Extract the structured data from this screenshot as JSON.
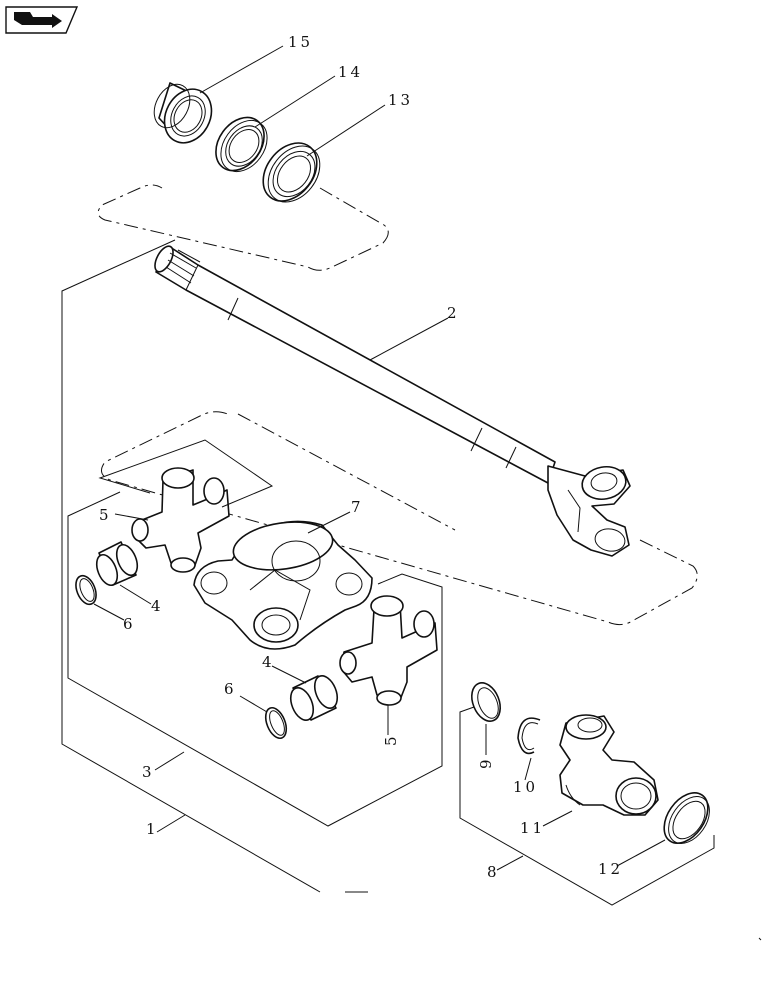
{
  "diagram": {
    "callouts": [
      {
        "id": "15",
        "text": "15"
      },
      {
        "id": "14",
        "text": "14"
      },
      {
        "id": "13",
        "text": "13"
      },
      {
        "id": "2",
        "text": "2"
      },
      {
        "id": "7",
        "text": "7"
      },
      {
        "id": "5a",
        "text": "5"
      },
      {
        "id": "4a",
        "text": "4"
      },
      {
        "id": "6a",
        "text": "6"
      },
      {
        "id": "4b",
        "text": "4"
      },
      {
        "id": "6b",
        "text": "6"
      },
      {
        "id": "5b",
        "text": "5"
      },
      {
        "id": "3",
        "text": "3"
      },
      {
        "id": "1",
        "text": "1"
      },
      {
        "id": "9",
        "text": "9"
      },
      {
        "id": "10",
        "text": "10"
      },
      {
        "id": "11",
        "text": "11"
      },
      {
        "id": "12",
        "text": "12"
      },
      {
        "id": "8",
        "text": "8"
      }
    ]
  },
  "icons": {
    "nav": "book-arrow-icon"
  }
}
